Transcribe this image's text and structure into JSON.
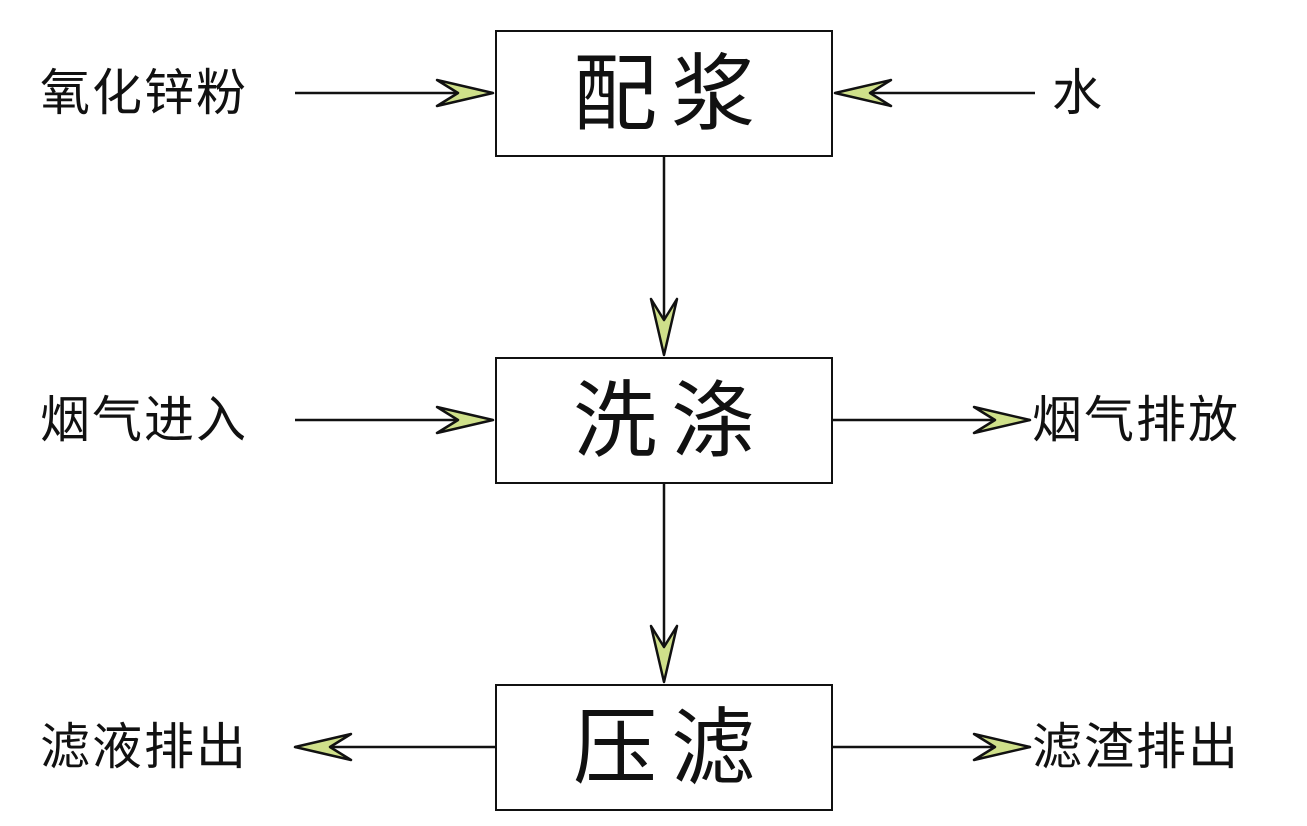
{
  "nodes": {
    "mix": "配浆",
    "wash": "洗涤",
    "press": "压滤"
  },
  "inputs": {
    "zinc_oxide": "氧化锌粉",
    "water": "水",
    "flue_gas_in": "烟气进入"
  },
  "outputs": {
    "flue_gas_out": "烟气排放",
    "filtrate_out": "滤液排出",
    "residue_out": "滤渣排出"
  },
  "colors": {
    "line": "#111111",
    "arrowhead_fill": "#cfe08a"
  }
}
